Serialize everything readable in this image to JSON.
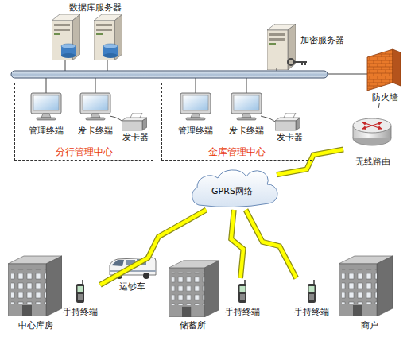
{
  "diagram": {
    "nodes": [
      {
        "text": [
          "数据库服务器"
        ]
      },
      {
        "text": [
          "加密服务器"
        ]
      },
      {
        "text": [
          "分行管理中心"
        ]
      },
      {
        "text": [
          "管理终端"
        ],
        "in": 2
      },
      {
        "text": [
          "发卡终端"
        ],
        "in": 2
      },
      {
        "text": [
          "发卡器"
        ],
        "in": 2
      },
      {
        "text": [
          "金库管理中心"
        ]
      },
      {
        "text": [
          "管理终端"
        ],
        "in": 6
      },
      {
        "text": [
          "发卡终端"
        ],
        "in": 6
      },
      {
        "text": [
          "发卡器"
        ],
        "in": 6
      },
      {
        "text": [
          "防火墙"
        ]
      },
      {
        "text": [
          "无线路由"
        ]
      },
      {
        "text": [
          "GPRS网络"
        ]
      },
      {
        "text": [
          "中心库房"
        ]
      },
      {
        "text": [
          "手持终端"
        ]
      },
      {
        "text": [
          "运钞车"
        ]
      },
      {
        "text": [
          "储蓄所"
        ]
      },
      {
        "text": [
          "手持终端"
        ]
      },
      {
        "text": [
          "手持终端"
        ]
      },
      {
        "text": [
          "商户"
        ]
      }
    ],
    "edges": [
      {
        "from": 10,
        "to": 11,
        "arrow": "none"
      },
      {
        "from": 11,
        "to": 12,
        "arrow": "none"
      },
      {
        "from": 12,
        "to": 14,
        "arrow": "none"
      },
      {
        "from": 12,
        "to": 17,
        "arrow": "none"
      },
      {
        "from": 12,
        "to": 18,
        "arrow": "none"
      }
    ]
  }
}
